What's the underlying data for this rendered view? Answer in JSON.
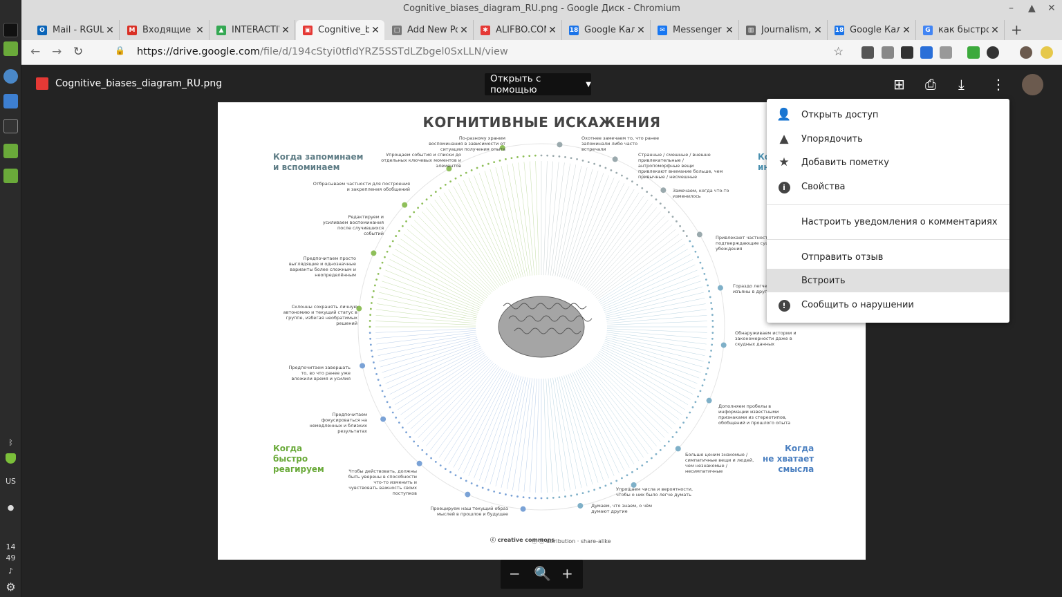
{
  "window": {
    "title": "Cognitive_biases_diagram_RU.png - Google Диск - Chromium"
  },
  "tabs": [
    {
      "label": "Mail - RGUL",
      "color": "#0a64b8",
      "glyph": "O"
    },
    {
      "label": "Входящие (",
      "color": "#d93025",
      "glyph": "M"
    },
    {
      "label": "INTERACTIV",
      "color": "#34a853",
      "glyph": "▲"
    },
    {
      "label": "Cognitive_bi",
      "color": "#e53935",
      "glyph": "▣"
    },
    {
      "label": "Add New Po",
      "color": "#777777",
      "glyph": "□"
    },
    {
      "label": "ALIFBO.COM",
      "color": "#e53935",
      "glyph": "✱"
    },
    {
      "label": "Google Кал",
      "color": "#1a73e8",
      "glyph": "18"
    },
    {
      "label": "Messenger",
      "color": "#1877f2",
      "glyph": "✉"
    },
    {
      "label": "Journalism,",
      "color": "#666666",
      "glyph": "▥"
    },
    {
      "label": "Google Кал",
      "color": "#1a73e8",
      "glyph": "18"
    },
    {
      "label": "как быстро",
      "color": "#4285f4",
      "glyph": "G"
    }
  ],
  "address": {
    "host": "https://drive.google.com",
    "path": "/file/d/194cStyi0tfIdYRZ5SSTdLZbgel0SxLLN/view"
  },
  "viewer": {
    "file_name": "Cognitive_biases_diagram_RU.png",
    "open_with": "Открыть с помощью"
  },
  "menu": {
    "items": [
      {
        "label": "Открыть доступ",
        "icon": "add-person-icon"
      },
      {
        "label": "Упорядочить",
        "icon": "move-to-folder-icon"
      },
      {
        "label": "Добавить пометку",
        "icon": "star-icon"
      },
      {
        "label": "Свойства",
        "icon": "info-icon"
      },
      {
        "label": "Настроить уведомления о комментариях",
        "icon": ""
      },
      {
        "label": "Отправить отзыв",
        "icon": ""
      },
      {
        "label": "Встроить",
        "icon": ""
      },
      {
        "label": "Сообщить о нарушении",
        "icon": "report-icon"
      }
    ]
  },
  "diagram": {
    "title": "КОГНИТИВНЫЕ ИСКАЖЕНИЯ",
    "quadrants": {
      "top_left": "Когда запоминаем\nи вспоминаем",
      "top_right": "Ко\nинс",
      "bottom_left": "Когда\nбыстро\nреагируем",
      "bottom_right": "Когда\nне хватает\nсмысла"
    },
    "notes_left": [
      "По-разному храним воспоминания в зависимости от ситуации получения опыта",
      "Упрощаем события и списки до отдельных ключевых моментов и элементов",
      "Отбрасываем частности для построения и закрепления обобщений",
      "Редактируем и усиливаем воспоминания после случившихся событий",
      "Предпочитаем просто выглядящие и однозначные варианты более сложным и неопределённым",
      "Склонны сохранять личную автономию и текущий статус в группе, избегая необратимых решений",
      "Предпочитаем завершать то, во что ранее уже вложили время и усилия",
      "Предпочитаем фокусироваться на немедленных и близких результатах",
      "Чтобы действовать, должны быть уверены в способности что-то изменить и чувствовать важность своих поступков",
      "Проецируем наш текущий образ мыслей в прошлое и будущее"
    ],
    "notes_right": [
      "Охотнее замечаем то, что ранее запоминали либо часто встречали",
      "Странные / смешные / внешне привлекательные / антропоморфные вещи привлекают внимание больше, чем привычные / несмешные",
      "Замечаем, когда что-то изменилось",
      "Привлекают частности, подтверждающие суще убеждения",
      "Гораздо легче изъяны в друг",
      "Обнаруживаем истории и закономерности даже в скудных данных",
      "Дополняем пробелы в информации известными признаками из стереотипов, обобщений и прошлого опыта",
      "Больше ценим знакомые / симпатичные вещи и людей, чем незнакомые / несимпатичные",
      "Упрощаем числа и вероятности, чтобы о них было легче думать",
      "Думаем, что знаем, о чём думают другие"
    ],
    "license": "attribution · share-alike",
    "cc_label": "creative commons"
  },
  "dock": {
    "keyboard_layout": "US",
    "clock_hour": "14",
    "clock_minute": "49"
  }
}
